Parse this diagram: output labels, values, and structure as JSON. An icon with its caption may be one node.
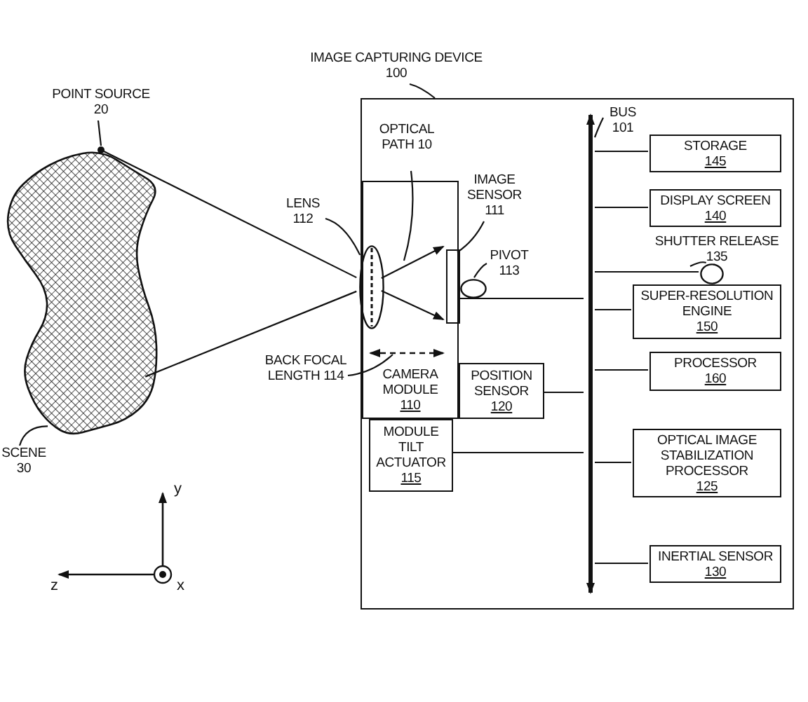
{
  "diagram": {
    "nodes": [
      {
        "text": [],
        "shape": "box"
      },
      {
        "text": [
          "IMAGE CAPTURING DEVICE 100"
        ]
      },
      {
        "text": [
          "POINT SOURCE 20"
        ]
      },
      {
        "text": [],
        "shape": "circle"
      },
      {
        "text": [],
        "shape": "cloud"
      },
      {
        "text": [
          "SCENE 30"
        ]
      },
      {
        "text": [
          "CAMERA MODULE",
          "110"
        ],
        "in": 0
      },
      {
        "text": [
          "OPTICAL PATH 10"
        ],
        "in": 0
      },
      {
        "text": [
          "LENS 112"
        ]
      },
      {
        "text": [],
        "shape": "ellipse",
        "in": 6
      },
      {
        "text": [
          "IMAGE SENSOR 111"
        ],
        "in": 0
      },
      {
        "text": [],
        "shape": "box",
        "in": 6
      },
      {
        "text": [
          "PIVOT 113"
        ],
        "in": 0
      },
      {
        "text": [],
        "shape": "ellipse",
        "in": 0
      },
      {
        "text": [
          "BACK FOCAL LENGTH 114"
        ]
      },
      {
        "text": [
          "POSITION SENSOR",
          "120"
        ],
        "in": 0
      },
      {
        "text": [
          "MODULE TILT ACTUATOR",
          "115"
        ],
        "in": 0
      },
      {
        "text": [
          "BUS 101"
        ],
        "in": 0
      },
      {
        "text": [],
        "shape": "bar",
        "in": 0
      },
      {
        "text": [
          "STORAGE",
          "145"
        ],
        "in": 0
      },
      {
        "text": [
          "DISPLAY SCREEN",
          "140"
        ],
        "in": 0
      },
      {
        "text": [
          "SHUTTER RELEASE 135"
        ],
        "in": 0
      },
      {
        "text": [],
        "shape": "circle",
        "in": 0
      },
      {
        "text": [
          "SUPER-RESOLUTION ENGINE",
          "150"
        ],
        "in": 0
      },
      {
        "text": [
          "PROCESSOR",
          "160"
        ],
        "in": 0
      },
      {
        "text": [
          "OPTICAL IMAGE STABILIZATION PROCESSOR",
          "125"
        ],
        "in": 0
      },
      {
        "text": [
          "INERTIAL SENSOR",
          "130"
        ],
        "in": 0
      },
      {
        "text": [],
        "shape": "arrow",
        "in": 6
      }
    ],
    "edges": [
      {
        "from": 1,
        "to": 0,
        "arrow": "none"
      },
      {
        "from": 2,
        "to": 3,
        "arrow": "none"
      },
      {
        "from": 5,
        "to": 4,
        "arrow": "none"
      },
      {
        "from": 7,
        "to": null,
        "arrow": "none"
      },
      {
        "from": 8,
        "to": 9,
        "arrow": "none"
      },
      {
        "from": 10,
        "to": 11,
        "arrow": "none"
      },
      {
        "from": 12,
        "to": 13,
        "arrow": "none"
      },
      {
        "from": 14,
        "to": 27,
        "arrow": "none"
      },
      {
        "from": 17,
        "to": 18,
        "arrow": "none"
      },
      {
        "from": 21,
        "to": 22,
        "arrow": "none"
      },
      {
        "from": 3,
        "to": 9,
        "arrow": "none"
      },
      {
        "from": 4,
        "to": 9,
        "arrow": "none"
      },
      {
        "from": 18,
        "to": 19,
        "arrow": "none"
      },
      {
        "from": 18,
        "to": 20,
        "arrow": "none"
      },
      {
        "from": 18,
        "to": 22,
        "arrow": "none"
      },
      {
        "from": 6,
        "to": 18,
        "arrow": "none"
      },
      {
        "from": 18,
        "to": 23,
        "arrow": "none"
      },
      {
        "from": 18,
        "to": 24,
        "arrow": "none"
      },
      {
        "from": 15,
        "to": 18,
        "arrow": "none"
      },
      {
        "from": 16,
        "to": 18,
        "arrow": "none"
      },
      {
        "from": 18,
        "to": 25,
        "arrow": "none"
      },
      {
        "from": 18,
        "to": 26,
        "arrow": "none"
      },
      {
        "from": 9,
        "to": 11,
        "arrow": "to"
      },
      {
        "from": 9,
        "to": 11,
        "arrow": "to"
      }
    ],
    "labels": [
      "y",
      "z",
      "x"
    ]
  }
}
